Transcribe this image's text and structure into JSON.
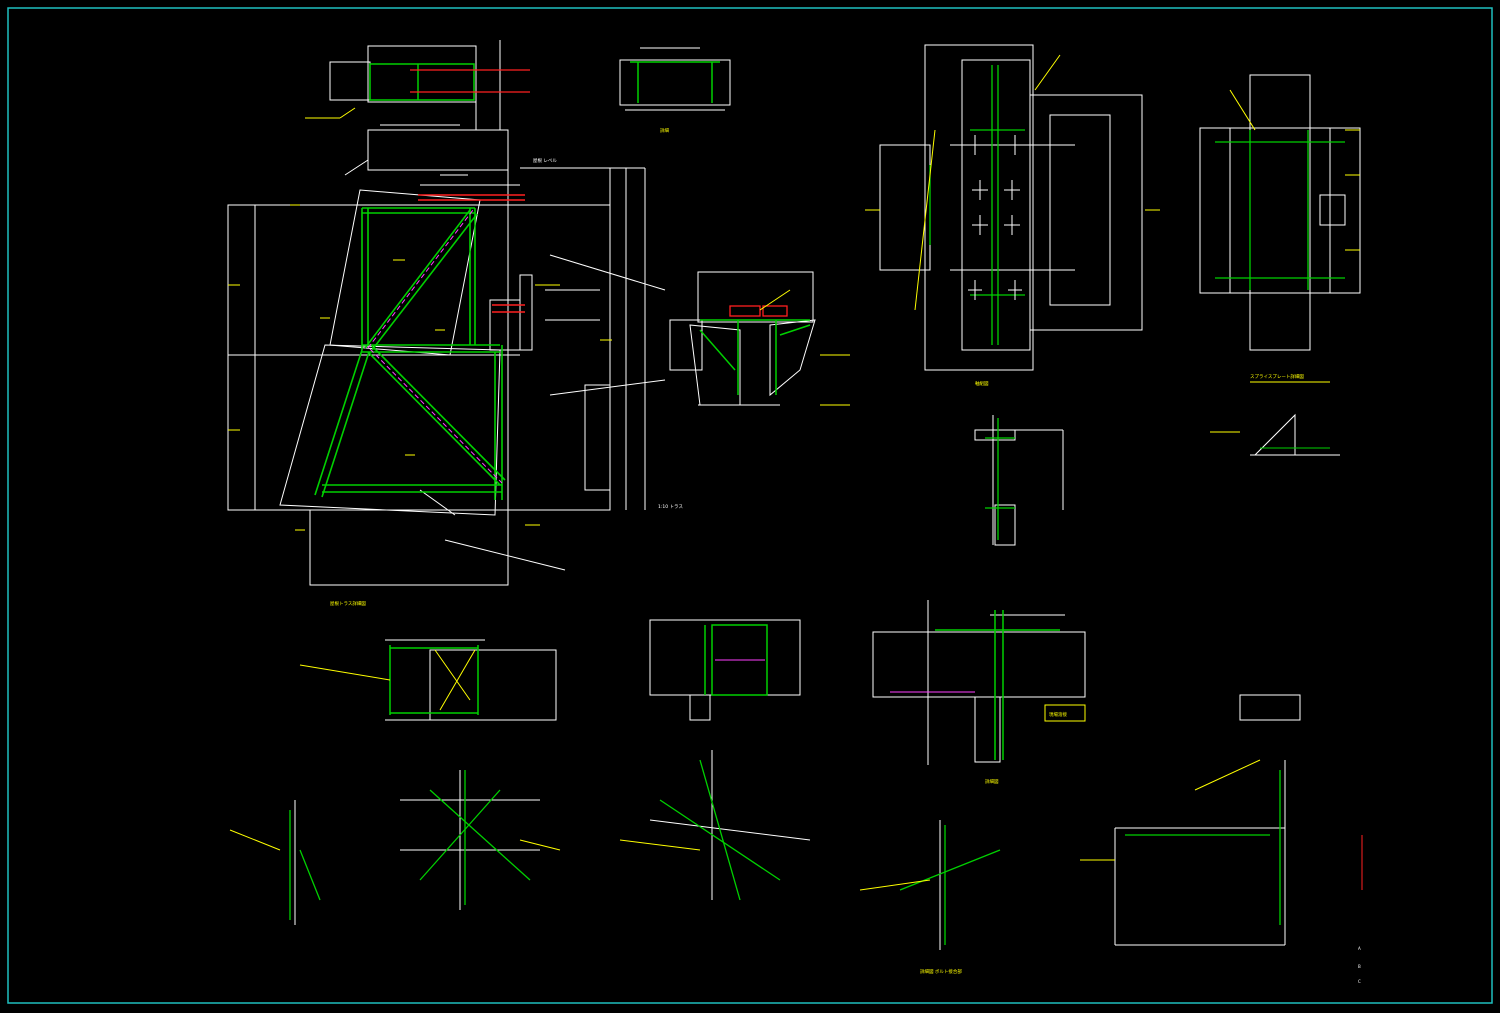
{
  "sheet": {
    "type": "CAD structural steel connection detail sheet",
    "colors": {
      "background": "#000000",
      "frame": "#1fbfbf",
      "line": "#ffffff",
      "member": "#00d000",
      "annotation": "#ffff00",
      "accent_magenta": "#ff40ff",
      "accent_red": "#ff2020"
    }
  },
  "labels": {
    "main_elevation_note": "屋根トラス詳細図",
    "top_note": "屋根 レベル",
    "truss_caption": "1:10 トラス",
    "view_caption": "軸組図",
    "plate_caption": "スプライスプレート詳細図",
    "detail_caption": "詳細図",
    "detail_caption_2": "詳細図 ボルト接合部",
    "small_caption": "詳細",
    "boxed_note": "現場溶接",
    "title_block": [
      "A",
      "B",
      "C"
    ]
  }
}
